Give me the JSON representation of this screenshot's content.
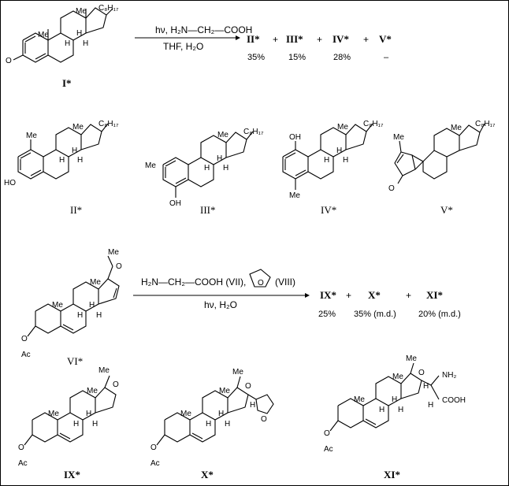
{
  "reaction1": {
    "reagent_top": "hν, H₂N—CH₂—COOH",
    "reagent_bottom": "THF, H₂O",
    "start": "I*",
    "products": [
      {
        "label": "II*",
        "yield": "35%"
      },
      {
        "label": "III*",
        "yield": "15%"
      },
      {
        "label": "IV*",
        "yield": "28%"
      },
      {
        "label": "V*",
        "yield": "–"
      }
    ],
    "plus": "+"
  },
  "structures_row2": [
    "II*",
    "III*",
    "IV*",
    "V*"
  ],
  "reaction2": {
    "reagent_top": "H₂N—CH₂—COOH (VII),",
    "reagent_top_b": "(VIII)",
    "thf_ring_atom": "O",
    "reagent_bottom": "hν, H₂O",
    "start": "VI*",
    "products": [
      {
        "label": "IX*",
        "yield": "25%"
      },
      {
        "label": "X*",
        "yield": "35% (m.d.)"
      },
      {
        "label": "XI*",
        "yield": "20% (m.d.)"
      }
    ],
    "plus": "+"
  },
  "structures_row4": [
    "IX*",
    "X*",
    "XI*"
  ],
  "atom_labels": {
    "me": "Me",
    "c8h17": "C₈H₁₇",
    "h": "H",
    "o": "O",
    "ho": "HO",
    "oh": "OH",
    "ac": "Ac",
    "nh2": "NH₂",
    "cooh": "COOH"
  }
}
